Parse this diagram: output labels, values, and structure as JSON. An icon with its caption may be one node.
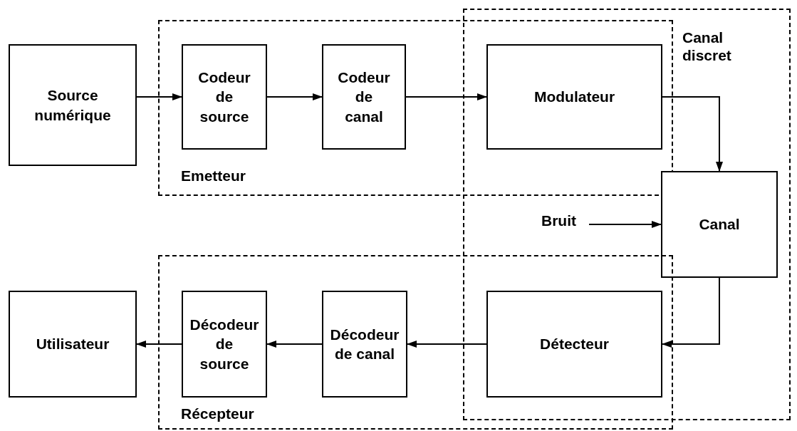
{
  "diagram": {
    "nodes": [
      {
        "text": [
          "Source numérique"
        ]
      },
      {
        "text": [
          "Emetteur"
        ]
      },
      {
        "text": [
          "Codeur de source"
        ],
        "in": 1
      },
      {
        "text": [
          "Codeur de canal"
        ],
        "in": 1
      },
      {
        "text": [
          "Canal discret"
        ]
      },
      {
        "text": [
          "Modulateur"
        ]
      },
      {
        "text": [
          "Canal"
        ],
        "in": 4
      },
      {
        "text": [
          "Bruit"
        ],
        "in": 4
      },
      {
        "text": [
          "Récepteur"
        ]
      },
      {
        "text": [
          "Utilisateur"
        ]
      },
      {
        "text": [
          "Décodeur de source"
        ],
        "in": 8
      },
      {
        "text": [
          "Décodeur de canal"
        ],
        "in": 8
      },
      {
        "text": [
          "Détecteur"
        ]
      }
    ],
    "edges": [
      {
        "from": 0,
        "to": 2,
        "arrow": "to"
      },
      {
        "from": 2,
        "to": 3,
        "arrow": "to"
      },
      {
        "from": 3,
        "to": 5,
        "arrow": "to"
      },
      {
        "from": 5,
        "to": 6,
        "arrow": "to"
      },
      {
        "from": 7,
        "to": 6,
        "arrow": "to"
      },
      {
        "from": 6,
        "to": 12,
        "arrow": "to"
      },
      {
        "from": 12,
        "to": 11,
        "arrow": "to"
      },
      {
        "from": 11,
        "to": 10,
        "arrow": "to"
      },
      {
        "from": 10,
        "to": 9,
        "arrow": "to"
      }
    ]
  }
}
